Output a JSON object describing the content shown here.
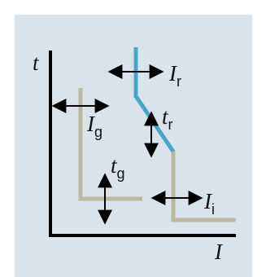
{
  "diagram": {
    "axes": {
      "x_label": "I",
      "y_label": "t"
    },
    "labels": {
      "ir_main": "I",
      "ir_sub": "r",
      "tr_main": "t",
      "tr_sub": "r",
      "ig_main": "I",
      "ig_sub": "g",
      "tg_main": "t",
      "tg_sub": "g",
      "ii_main": "I",
      "ii_sub": "i"
    },
    "colors": {
      "background": "#d9e3eb",
      "axis": "#000000",
      "trip_curve": "#bdb8a0",
      "adjustable_curve": "#4ba3c8",
      "arrows": "#000000"
    },
    "icons": [
      "double-arrow-horizontal-icon",
      "double-arrow-vertical-icon"
    ]
  }
}
